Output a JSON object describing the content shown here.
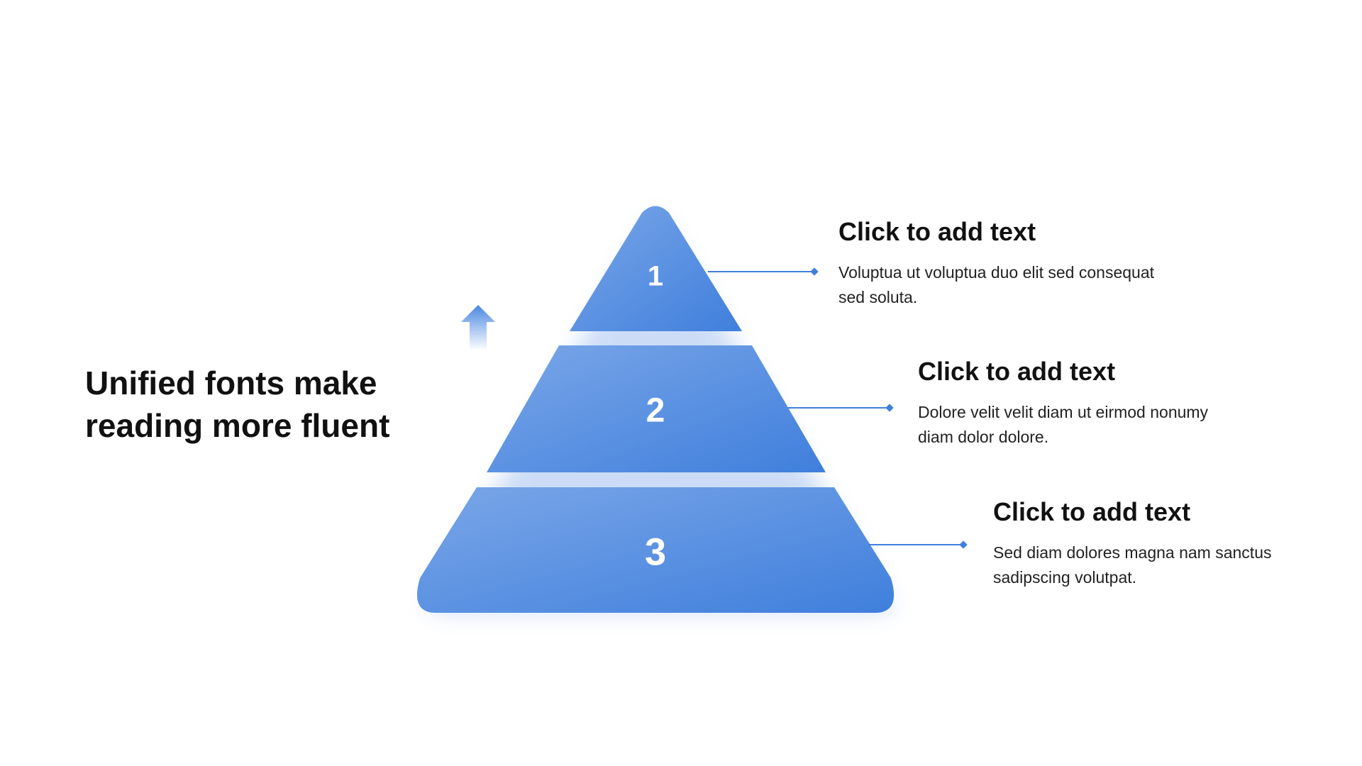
{
  "headline": "Unified fonts make reading more fluent",
  "colors": {
    "tier_light": "#7aa6e8",
    "tier_dark": "#3f7fdc",
    "connector": "#3f7fdc",
    "arrow": "#4a86e0"
  },
  "pyramid": {
    "levels": [
      {
        "number": "1",
        "title": "Click to add text",
        "body": "Voluptua ut voluptua duo elit sed consequat sed soluta."
      },
      {
        "number": "2",
        "title": "Click to add text",
        "body": "Dolore velit velit diam ut eirmod nonumy diam dolor dolore."
      },
      {
        "number": "3",
        "title": "Click to add text",
        "body": "Sed diam dolores magna nam sanctus sadipscing volutpat."
      }
    ]
  },
  "icons": {
    "arrow": "up-arrow-icon"
  }
}
